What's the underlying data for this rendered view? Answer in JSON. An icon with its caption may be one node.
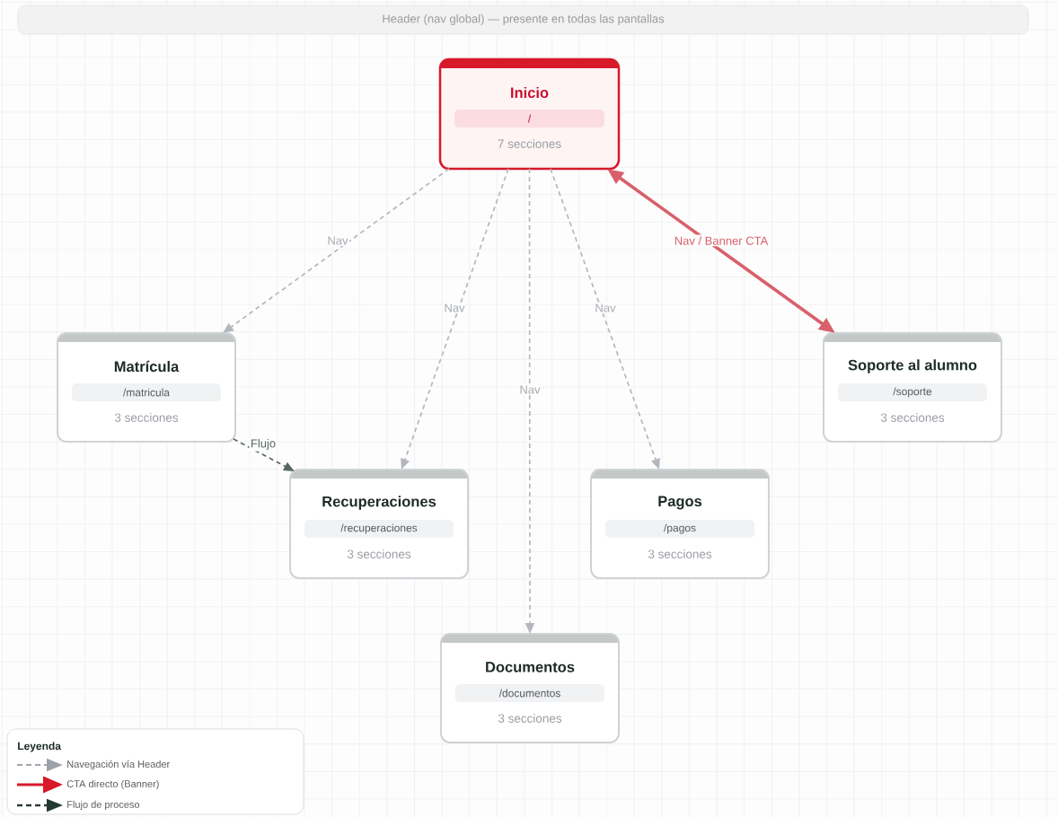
{
  "diagram": {
    "nodes": [
      {
        "text": [
          "Header (nav global) — presente en todas las pantallas"
        ]
      },
      {
        "text": [
          "Inicio",
          "/",
          "7 secciones"
        ]
      },
      {
        "text": [
          "Matrícula",
          "/matricula",
          "3 secciones"
        ]
      },
      {
        "text": [
          "Soporte al alumno",
          "/soporte",
          "3 secciones"
        ]
      },
      {
        "text": [
          "Recuperaciones",
          "/recuperaciones",
          "3 secciones"
        ]
      },
      {
        "text": [
          "Pagos",
          "/pagos",
          "3 secciones"
        ]
      },
      {
        "text": [
          "Documentos",
          "/documentos",
          "3 secciones"
        ]
      }
    ],
    "edges": [
      {
        "from": 1,
        "to": 2,
        "arrow": "to",
        "label": "Nav",
        "style": "dashed"
      },
      {
        "from": 1,
        "to": 4,
        "arrow": "to",
        "label": "Nav",
        "style": "dashed"
      },
      {
        "from": 1,
        "to": 6,
        "arrow": "to",
        "label": "Nav",
        "style": "dashed"
      },
      {
        "from": 1,
        "to": 5,
        "arrow": "to",
        "label": "Nav",
        "style": "dashed"
      },
      {
        "from": 1,
        "to": 3,
        "arrow": "both",
        "label": "Nav / Banner CTA",
        "style": "thick",
        "color": "#d9606b"
      },
      {
        "from": 2,
        "to": 4,
        "arrow": "to",
        "label": "Flujo",
        "style": "dashed",
        "color": "#56685f"
      }
    ],
    "labels": [
      "Leyenda"
    ],
    "legend": [
      {
        "text": "Navegación vía Header"
      },
      {
        "text": "CTA directo (Banner)"
      },
      {
        "text": "Flujo de proceso"
      }
    ]
  }
}
